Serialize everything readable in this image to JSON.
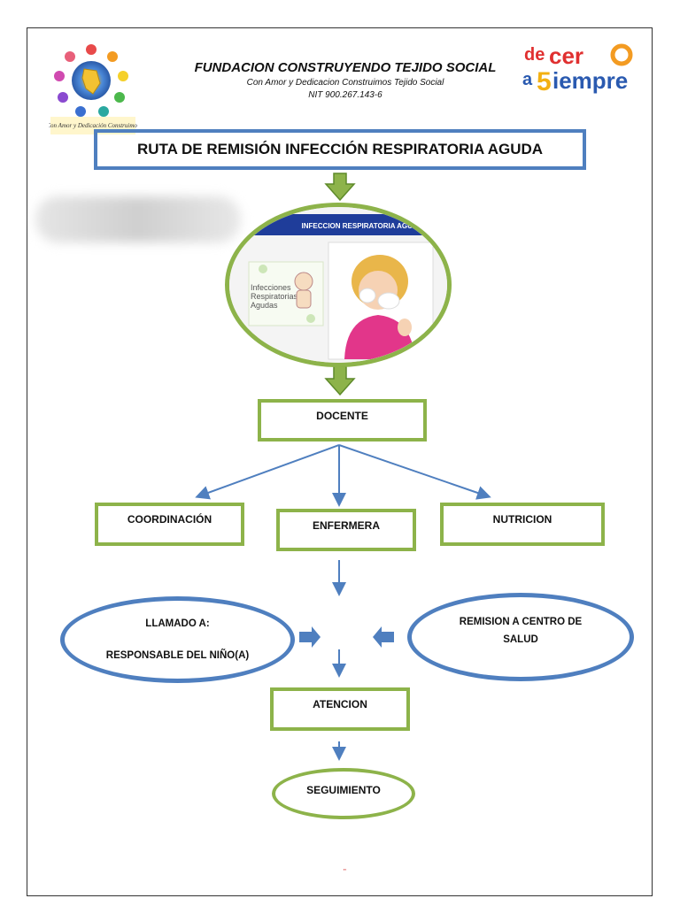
{
  "header": {
    "org_name": "FUNDACION CONSTRUYENDO TEJIDO SOCIAL",
    "tagline": "Con Amor y Dedicacion Construimos Tejido Social",
    "nit": "NIT  900.267.143-6",
    "left_logo_text": "Con Amor y Dedicación Construimos",
    "right_logo": {
      "line1": "de cero",
      "line2": "a Siempre"
    }
  },
  "title": "RUTA DE REMISIÓN INFECCIÓN RESPIRATORIA AGUDA",
  "image_panel": {
    "banner": "INFECCION RESPIRATORIA AGUDA",
    "slide_text": [
      "Infecciones",
      "Respiratorias",
      "Agudas"
    ]
  },
  "flow": {
    "docente": "DOCENTE",
    "coordinacion": "COORDINACIÓN",
    "enfermera": "ENFERMERA",
    "nutricion": "NUTRICION",
    "llamado_line1": "LLAMADO A:",
    "llamado_line2": "RESPONSABLE DEL NIÑO(A)",
    "remision_line1": "REMISION A CENTRO DE",
    "remision_line2": "SALUD",
    "atencion": "ATENCION",
    "seguimiento": "SEGUIMIENTO"
  },
  "footnote": "\"",
  "colors": {
    "blue": "#4f7fbf",
    "green": "#8db34a"
  }
}
